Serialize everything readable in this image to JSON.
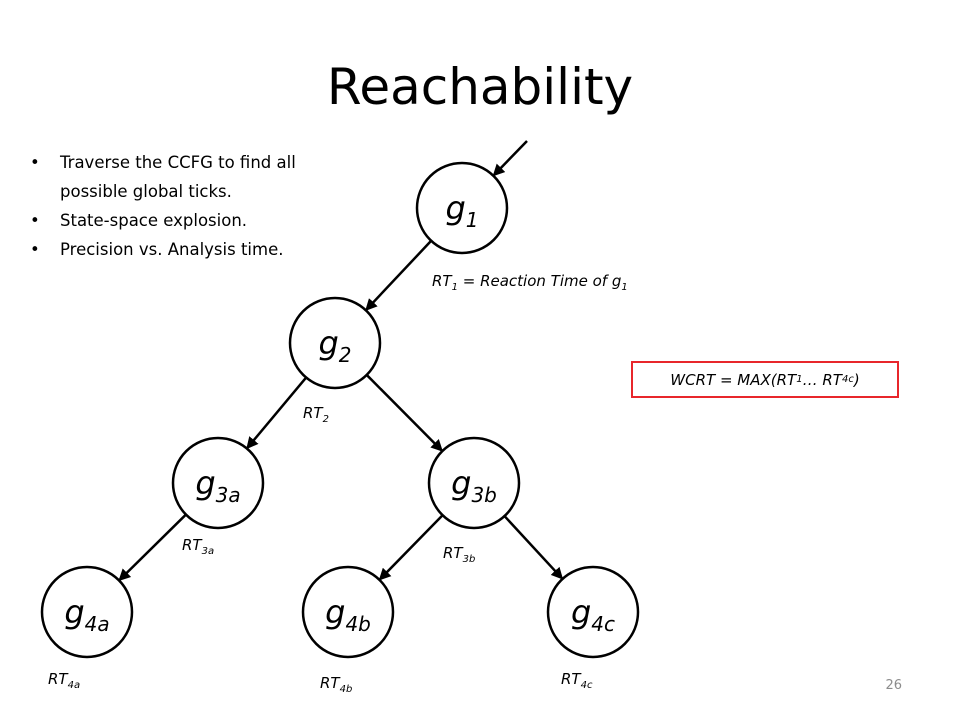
{
  "slide": {
    "title": "Reachability",
    "bullets": [
      "Traverse the CCFG to find all possible global ticks.",
      "State-space explosion.",
      "Precision vs. Analysis time."
    ],
    "formula": {
      "prefix": "WCRT = MAX(RT",
      "sub1": "1",
      "mid": " … RT",
      "sub2": "4c",
      "suffix": ")"
    },
    "page_number": "26"
  },
  "nodes": [
    {
      "id": "g1",
      "base": "g",
      "sub": "1"
    },
    {
      "id": "g2",
      "base": "g",
      "sub": "2"
    },
    {
      "id": "g3a",
      "base": "g",
      "sub": "3a"
    },
    {
      "id": "g3b",
      "base": "g",
      "sub": "3b"
    },
    {
      "id": "g4a",
      "base": "g",
      "sub": "4a"
    },
    {
      "id": "g4b",
      "base": "g",
      "sub": "4b"
    },
    {
      "id": "g4c",
      "base": "g",
      "sub": "4c"
    }
  ],
  "edges": [
    {
      "from": "entry",
      "to": "g1"
    },
    {
      "from": "g1",
      "to": "g2"
    },
    {
      "from": "g2",
      "to": "g3a"
    },
    {
      "from": "g2",
      "to": "g3b"
    },
    {
      "from": "g3a",
      "to": "g4a"
    },
    {
      "from": "g3b",
      "to": "g4b"
    },
    {
      "from": "g3b",
      "to": "g4c"
    }
  ],
  "rt_labels": [
    {
      "id": "rt1",
      "base": "RT",
      "sub": "1",
      "suffix": " = Reaction Time of g",
      "suffix_sub": "1"
    },
    {
      "id": "rt2",
      "base": "RT",
      "sub": "2"
    },
    {
      "id": "rt3a",
      "base": "RT",
      "sub": "3a"
    },
    {
      "id": "rt3b",
      "base": "RT",
      "sub": "3b"
    },
    {
      "id": "rt4a",
      "base": "RT",
      "sub": "4a"
    },
    {
      "id": "rt4b",
      "base": "RT",
      "sub": "4b"
    },
    {
      "id": "rt4c",
      "base": "RT",
      "sub": "4c"
    }
  ],
  "colors": {
    "formula_border": "#e8262b",
    "stroke": "#000000",
    "page_number": "#8c8c8c"
  }
}
